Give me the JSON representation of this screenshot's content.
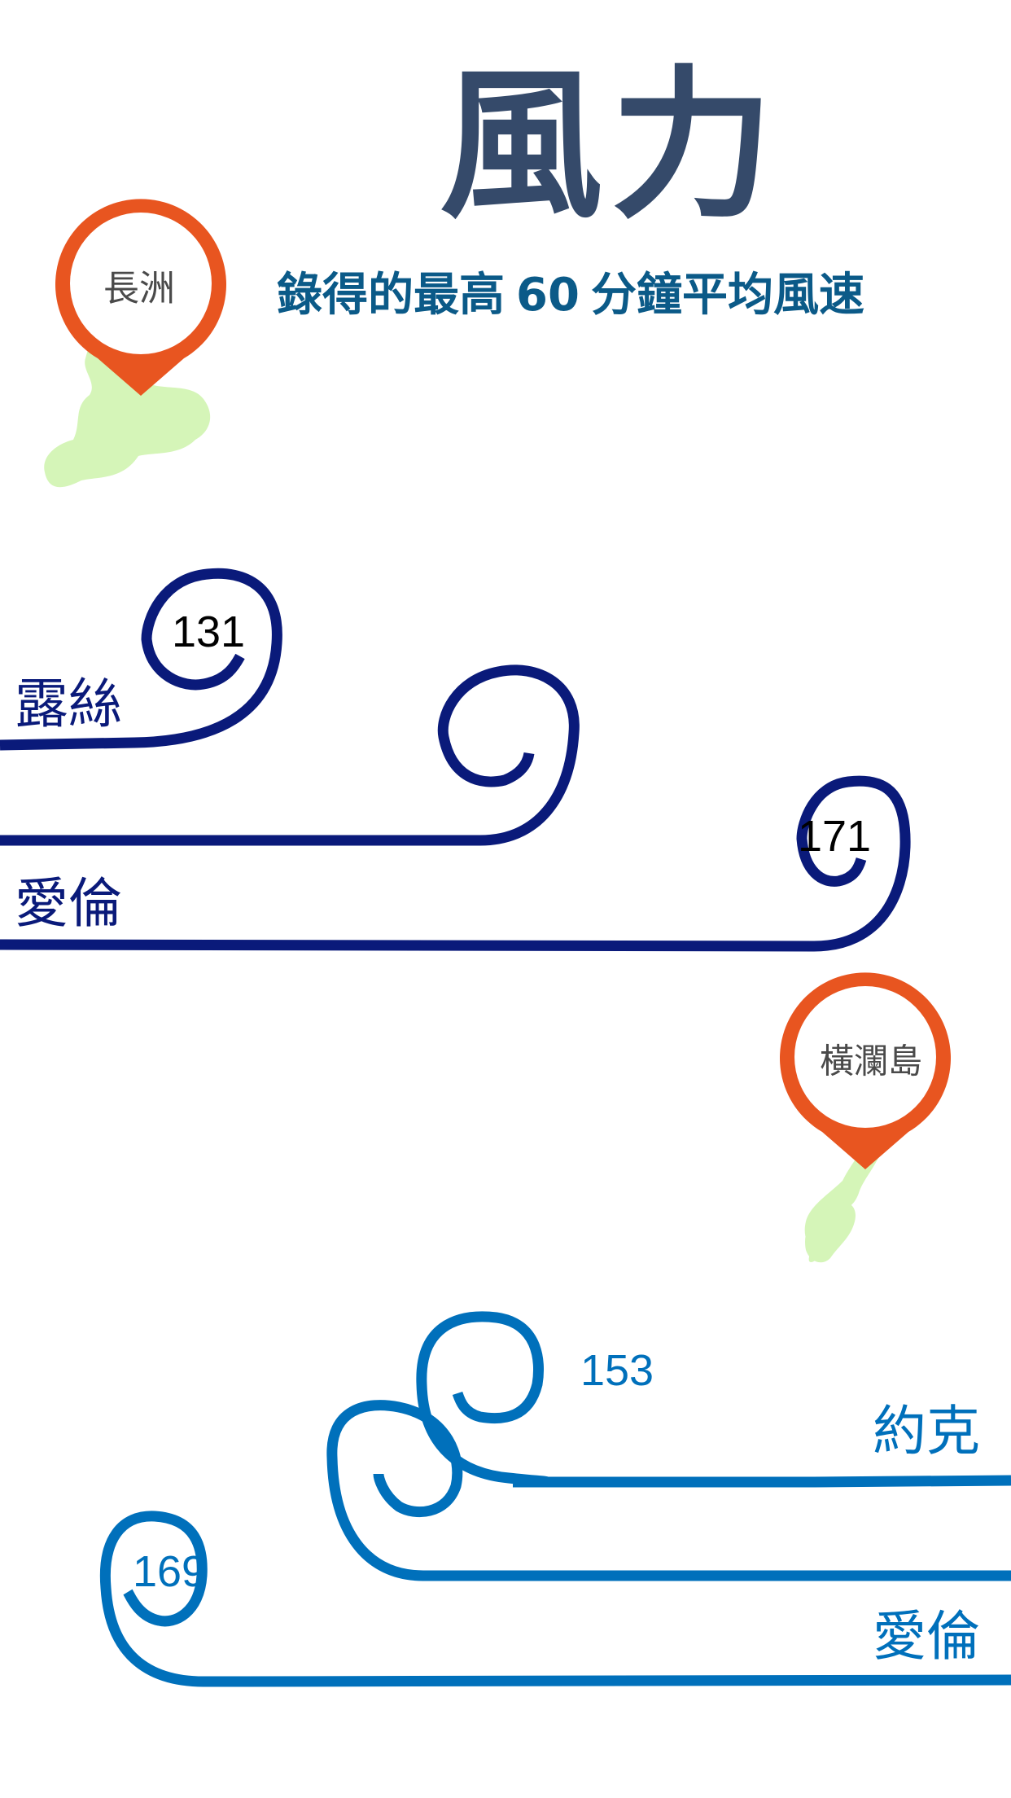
{
  "header": {
    "title": "風力",
    "subtitle_before": "錄得的最高",
    "subtitle_number": "60",
    "subtitle_after": "分鐘平均風速"
  },
  "colors": {
    "title": "#354a6a",
    "subtitle": "#0b5a88",
    "pin": "#e85520",
    "island": "#d5f5b8",
    "dark_blue": "#0a1a7a",
    "light_blue": "#0070bb",
    "pin_text": "#4a4a4a"
  },
  "locations": [
    {
      "name": "長洲",
      "typhoons": [
        {
          "name": "露絲",
          "max_60min_wind_kmh": "131"
        },
        {
          "name": "愛倫",
          "max_60min_wind_kmh": "171"
        }
      ]
    },
    {
      "name": "橫瀾島",
      "typhoons": [
        {
          "name": "約克",
          "max_60min_wind_kmh": "153"
        },
        {
          "name": "愛倫",
          "max_60min_wind_kmh": "169"
        }
      ]
    }
  ]
}
